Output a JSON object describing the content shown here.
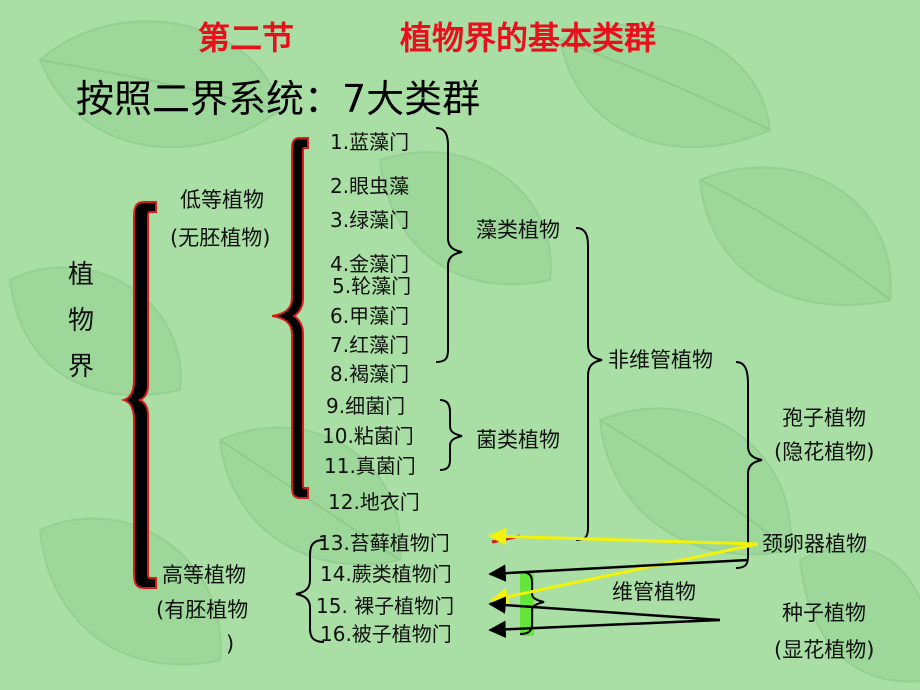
{
  "title": {
    "section": "第二节",
    "topic": "植物界的基本类群"
  },
  "subtitle": "按照二界系统：7大类群",
  "kingdom_chars": [
    "植",
    "物",
    "界"
  ],
  "lower_plants": {
    "name": "低等植物",
    "note": "(无胚植物)"
  },
  "higher_plants": {
    "name": "高等植物",
    "note_line1": "(有胚植物",
    "note_line2": ")"
  },
  "phyla": [
    "1.蓝藻门",
    "2.眼虫藻",
    "3.绿藻门",
    "4.金藻门",
    "5.轮藻门",
    "6.甲藻门",
    "7.红藻门",
    "8.褐藻门",
    "9.细菌门",
    "10.粘菌门",
    "11.真菌门",
    "12.地衣门",
    "13.苔藓植物门",
    "14.蕨类植物门",
    "15. 裸子植物门",
    "16.被子植物门"
  ],
  "groups": {
    "algae": "藻类植物",
    "fungi": "菌类植物",
    "nonvascular": "非维管植物",
    "vascular": "维管植物",
    "spore_line1": "孢子植物",
    "spore_line2": "(隐花植物)",
    "archegoniate": "颈卵器植物",
    "seed_line1": "种子植物",
    "seed_line2": "(显花植物)"
  },
  "colors": {
    "background": "#a9dfa5",
    "leaf": "#9dd79a",
    "title": "#e8101b",
    "big_brace": "#000000",
    "brace_outline": "#d81b1b",
    "highlight": "#66e63a",
    "arrow_yellow": "#f2f20a",
    "arrow_black": "#000000"
  }
}
